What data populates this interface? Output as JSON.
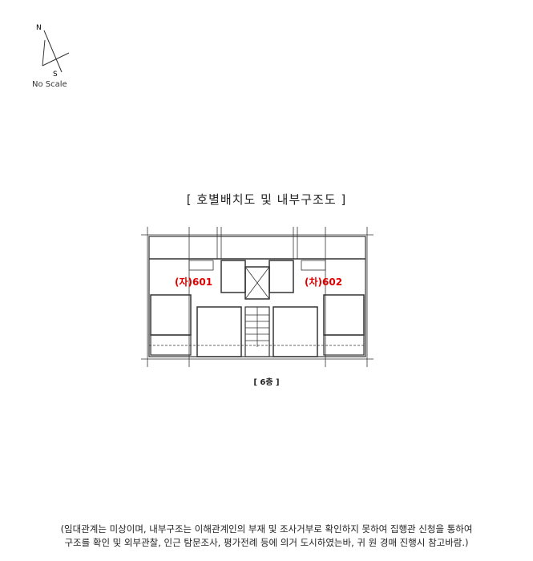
{
  "compass": {
    "north": "N",
    "south": "S",
    "scale_note": "No Scale"
  },
  "title": "[ 호별배치도 및 내부구조도 ]",
  "floor_plan": {
    "units": [
      "(자)601",
      "(차)602"
    ],
    "floor_label": "[ 6층 ]"
  },
  "note": {
    "line1": "(임대관계는 미상이며, 내부구조는 이해관계인의 부재 및 조사거부로 확인하지 못하여 집행관 신청을 통하여",
    "line2": "구조를 확인 및 외부관찰, 인근 탐문조사, 평가전례 등에 의거 도시하였는바, 귀 원 경매 진행시 참고바람.)"
  }
}
